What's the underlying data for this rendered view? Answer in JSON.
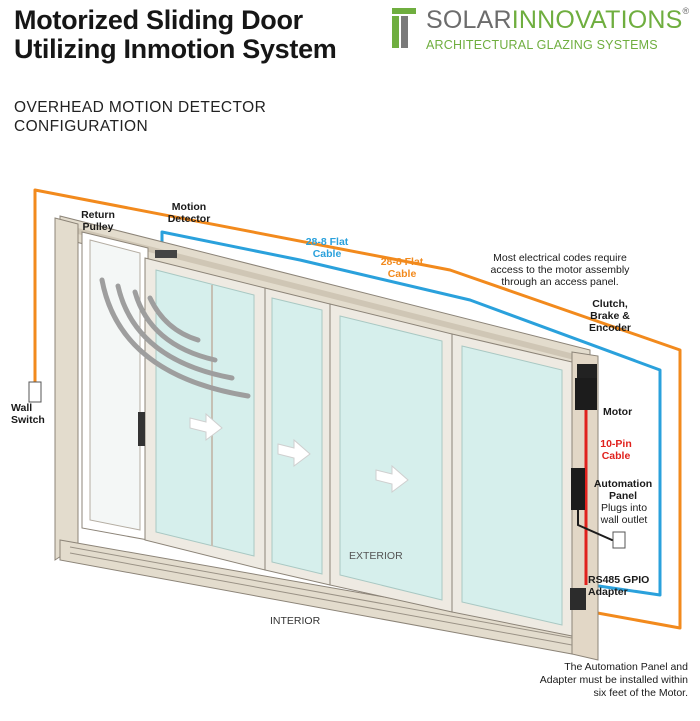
{
  "title": "Motorized Sliding Door Utilizing Inmotion System",
  "subtitle": "OVERHEAD MOTION DETECTOR CONFIGURATION",
  "logo": {
    "brand_a": "SOLAR",
    "brand_b": "INNOVATIONS",
    "reg": "®",
    "tagline": "ARCHITECTURAL GLAZING SYSTEMS",
    "brand_color": "#6fae3f"
  },
  "colors": {
    "orange_wire": "#f28a1d",
    "blue_wire": "#2aa1dc",
    "red_wire": "#e0211d",
    "frame": "#e3dccd",
    "glass": "#d6efec"
  },
  "labels": {
    "return_pulley": "Return Pulley",
    "motion_detector": "Motion Detector",
    "flat_cable_blue": "28-8 Flat Cable",
    "flat_cable_orange": "28-8 Flat Cable",
    "codes_note": "Most electrical codes require access to the motor assembly through an access panel.",
    "clutch": "Clutch, Brake & Encoder",
    "motor": "Motor",
    "pin_cable": "10-Pin Cable",
    "automation_panel": "Automation Panel",
    "plugs_into": "Plugs into wall outlet",
    "wall_switch": "Wall Switch",
    "exterior": "EXTERIOR",
    "interior": "INTERIOR",
    "rs485": "RS485 GPIO Adapter",
    "install_note": "The Automation Panel and Adapter must be installed within six feet of the Motor."
  },
  "icons": [
    "logo-mark-icon",
    "motion-wave-icon",
    "arrow-right-icon"
  ]
}
